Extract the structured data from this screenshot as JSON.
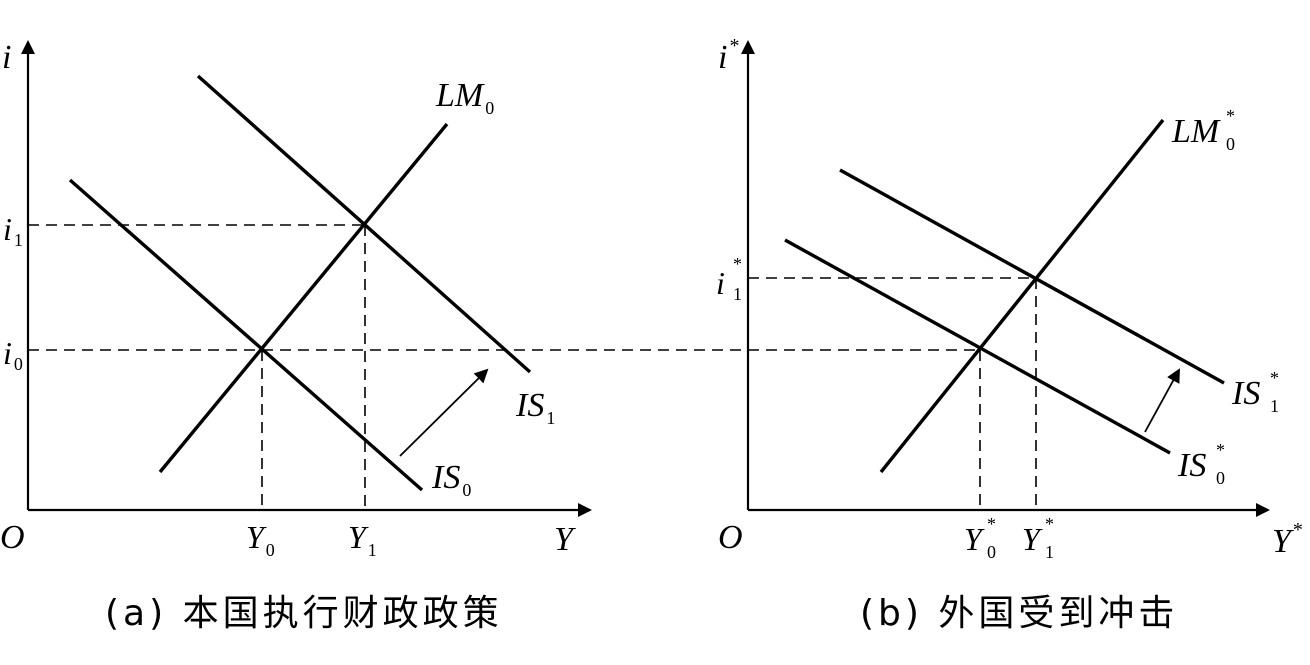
{
  "panel_a": {
    "y_axis_label": "i",
    "x_axis_label": "Y",
    "origin_label": "O",
    "i0": {
      "base": "i",
      "sub": "0"
    },
    "i1": {
      "base": "i",
      "sub": "1"
    },
    "y0": {
      "base": "Y",
      "sub": "0"
    },
    "y1": {
      "base": "Y",
      "sub": "1"
    },
    "lm0": {
      "base": "LM",
      "sub": "0"
    },
    "is0": {
      "base": "IS",
      "sub": "0"
    },
    "is1": {
      "base": "IS",
      "sub": "1"
    },
    "caption": "(a) 本国执行财政政策"
  },
  "panel_b": {
    "y_axis_label": {
      "base": "i",
      "sup": "*"
    },
    "x_axis_label": {
      "base": "Y",
      "sup": "*"
    },
    "origin_label": "O",
    "i1": {
      "base": "i",
      "sup": "*",
      "sub": "1"
    },
    "y0": {
      "base": "Y",
      "sup": "*",
      "sub": "0"
    },
    "y1": {
      "base": "Y",
      "sup": "*",
      "sub": "1"
    },
    "lm0": {
      "base": "LM",
      "sup": "*",
      "sub": "0"
    },
    "is0": {
      "base": "IS",
      "sup": "*",
      "sub": "0"
    },
    "is1": {
      "base": "IS",
      "sup": "*",
      "sub": "1"
    },
    "caption": "(b) 外国受到冲击"
  }
}
